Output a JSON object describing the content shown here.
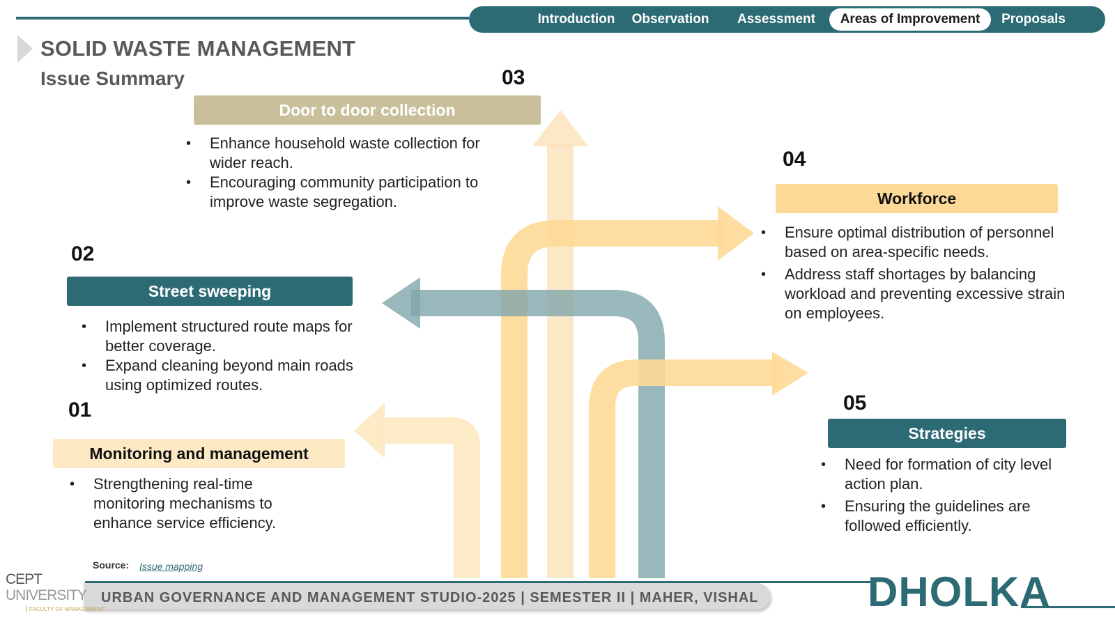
{
  "nav": {
    "items": [
      {
        "label": "Introduction",
        "active": false
      },
      {
        "label": "Observation",
        "active": false
      },
      {
        "label": "Assessment",
        "active": false
      },
      {
        "label": "Areas of Improvement",
        "active": true
      },
      {
        "label": "Proposals",
        "active": false
      }
    ]
  },
  "header": {
    "title": "SOLID WASTE MANAGEMENT",
    "subtitle": "Issue Summary"
  },
  "sections": {
    "s01": {
      "number": "01",
      "title": "Monitoring and management",
      "bullets": [
        "Strengthening real-time monitoring mechanisms to enhance service efficiency."
      ]
    },
    "s02": {
      "number": "02",
      "title": "Street sweeping",
      "bullets": [
        "Implement structured route maps for better coverage.",
        "Expand cleaning beyond main roads using optimized routes."
      ]
    },
    "s03": {
      "number": "03",
      "title": "Door to door collection",
      "bullets": [
        "Enhance household waste collection for wider reach.",
        "Encouraging community participation to improve waste segregation."
      ]
    },
    "s04": {
      "number": "04",
      "title": "Workforce",
      "bullets": [
        "Ensure optimal distribution of personnel based on area-specific needs.",
        "Address staff shortages by balancing workload and preventing excessive strain on employees."
      ]
    },
    "s05": {
      "number": "05",
      "title": "Strategies",
      "bullets": [
        "Need for formation of city level action plan.",
        "Ensuring the guidelines are followed efficiently."
      ]
    }
  },
  "colors": {
    "teal": "#2d6b74",
    "tan": "#c9bf9a",
    "yellow": "#fdd996",
    "light_yellow": "#fde9c4"
  },
  "footer": {
    "source_label": "Source:",
    "source_link": "Issue mapping",
    "studio_text": "URBAN GOVERNANCE AND MANAGEMENT STUDIO-2025 | SEMESTER II | MAHER, VISHAL",
    "city": "DHOLKA",
    "logo": {
      "line1": "CEPT",
      "line2": "UNIVERSITY",
      "line3": "FACULTY OF MANAGEMENT"
    }
  }
}
